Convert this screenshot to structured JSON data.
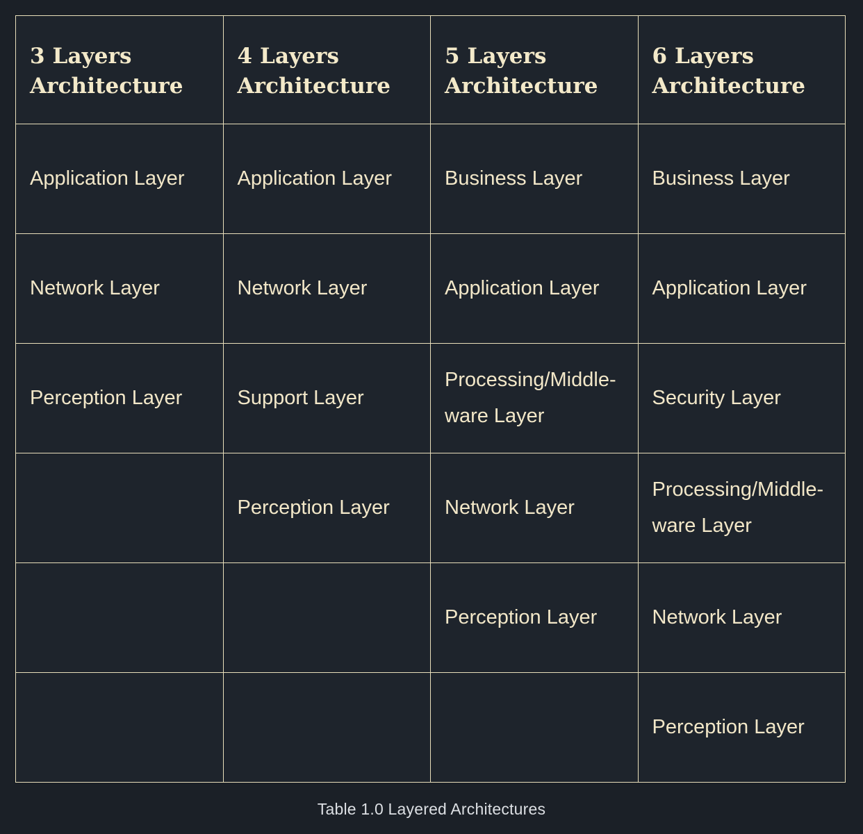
{
  "theme": {
    "page_background": "#1b2027",
    "cell_background": "#1e242c",
    "border_color": "#e9dfbb",
    "header_text_color": "#f3e9c9",
    "body_text_color": "#f2e7c8",
    "caption_text_color": "#dcdfe3"
  },
  "table": {
    "headers": [
      "3 Layers Architecture",
      "4 Layers Architecture",
      "5 Layers Architecture",
      "6 Layers Architecture"
    ],
    "rows": [
      {
        "c0": "Application Layer",
        "c1": "Application Layer",
        "c2": "Business Layer",
        "c3": "Business Layer"
      },
      {
        "c0": "Network Layer",
        "c1": "Network Layer",
        "c2": "Application Layer",
        "c3": "Application Layer"
      },
      {
        "c0": "Perception Layer",
        "c1": "Support Layer",
        "c2": "Processing/Middle-ware Layer",
        "c3": "Security Layer"
      },
      {
        "c0": "",
        "c1": "Perception Layer",
        "c2": "Network Layer",
        "c3": "Processing/Middle-ware Layer"
      },
      {
        "c0": "",
        "c1": "",
        "c2": "Perception Layer",
        "c3": "Network Layer"
      },
      {
        "c0": "",
        "c1": "",
        "c2": "",
        "c3": "Perception Layer"
      }
    ]
  },
  "caption": "Table 1.0 Layered Architectures"
}
